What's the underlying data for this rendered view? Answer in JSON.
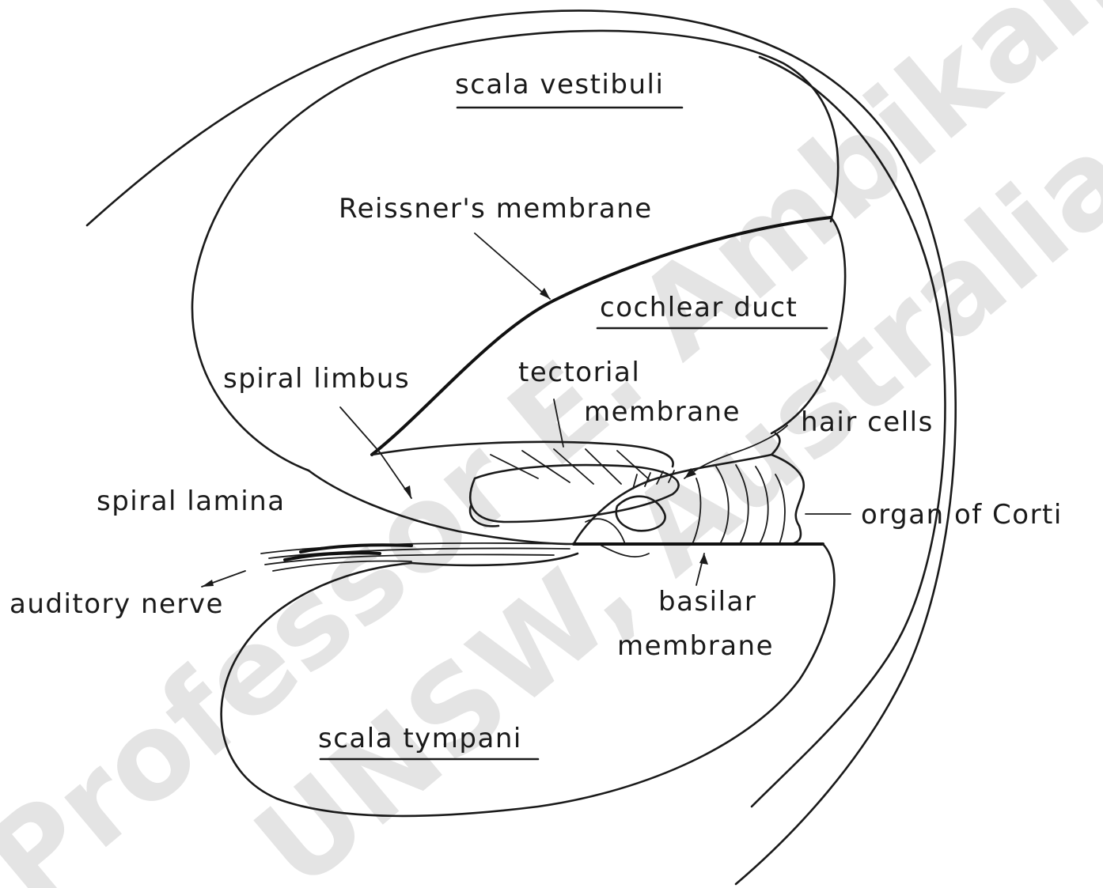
{
  "diagram": {
    "labels": {
      "scala_vestibuli": "scala vestibuli",
      "reissners_membrane": "Reissner's membrane",
      "cochlear_duct": "cochlear duct",
      "spiral_limbus": "spiral limbus",
      "tectorial_membrane_line1": "tectorial",
      "tectorial_membrane_line2": "membrane",
      "hair_cells": "hair cells",
      "spiral_lamina": "spiral lamina",
      "organ_of_corti": "organ of Corti",
      "auditory_nerve": "auditory nerve",
      "basilar_membrane_line1": "basilar",
      "basilar_membrane_line2": "membrane",
      "scala_tympani": "scala tympani"
    },
    "watermark": {
      "line1": "Professor E. Ambikairajah",
      "line2": "UNSW, Australia"
    }
  }
}
